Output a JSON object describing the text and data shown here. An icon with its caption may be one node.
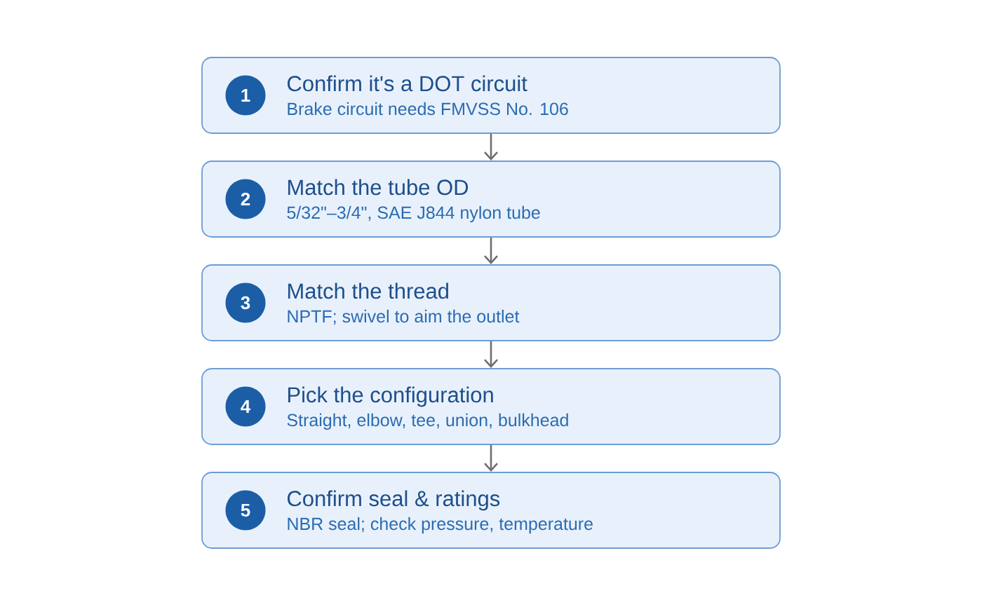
{
  "diagram": {
    "nodes": [
      {
        "text": [
          "Confirm it's a DOT circuit",
          "Brake circuit needs FMVSS No. 106"
        ]
      },
      {
        "text": [
          "1"
        ],
        "in": 0
      },
      {
        "text": [
          "Match the tube OD",
          "5/32\"–3/4\", SAE J844 nylon tube"
        ]
      },
      {
        "text": [
          "2"
        ],
        "in": 2
      },
      {
        "text": [
          "Match the thread",
          "NPTF; swivel to aim the outlet"
        ]
      },
      {
        "text": [
          "3"
        ],
        "in": 4
      },
      {
        "text": [
          "Pick the configuration",
          "Straight, elbow, tee, union, bulkhead"
        ]
      },
      {
        "text": [
          "4"
        ],
        "in": 6
      },
      {
        "text": [
          "Confirm seal & ratings",
          "NBR seal; check pressure, temperature"
        ]
      },
      {
        "text": [
          "5"
        ],
        "in": 8
      }
    ],
    "edges": [
      {
        "from": 0,
        "to": 2,
        "arrow": "to"
      },
      {
        "from": 2,
        "to": 4,
        "arrow": "to"
      },
      {
        "from": 4,
        "to": 6,
        "arrow": "to"
      },
      {
        "from": 6,
        "to": 8,
        "arrow": "to"
      }
    ]
  }
}
